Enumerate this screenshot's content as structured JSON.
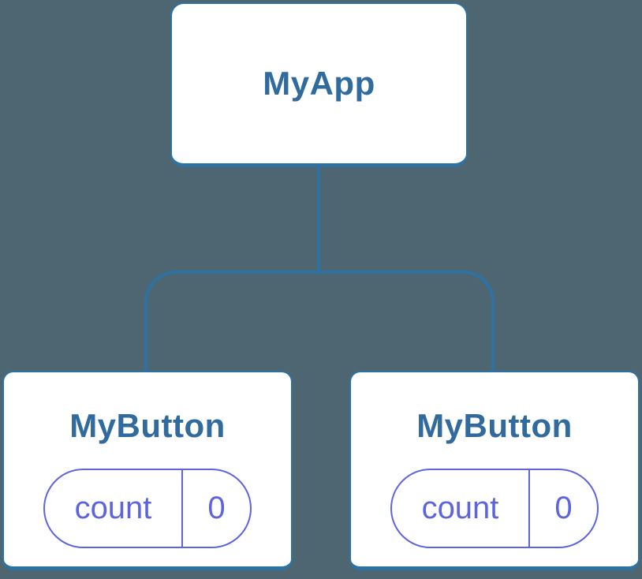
{
  "colors": {
    "background": "#4d6671",
    "connector": "#2e72a4",
    "card-border": "#2e72a4",
    "card-bg": "#ffffff",
    "title": "#316b9d",
    "state": "#5e64df"
  },
  "diagram": {
    "root": {
      "label": "MyApp"
    },
    "children": [
      {
        "label": "MyButton",
        "state": {
          "name": "count",
          "value": "0"
        }
      },
      {
        "label": "MyButton",
        "state": {
          "name": "count",
          "value": "0"
        }
      }
    ]
  }
}
